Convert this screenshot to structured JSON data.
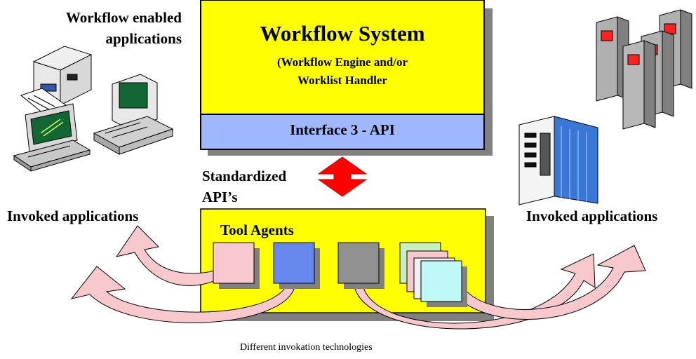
{
  "labels": {
    "workflow_enabled_applications": [
      "Workflow enabled",
      "applications"
    ],
    "invoked_applications_left": "Invoked applications",
    "invoked_applications_right": "Invoked applications",
    "standardized_apis": [
      "Standardized",
      "API’s"
    ],
    "tool_agents": "Tool Agents",
    "invocation_caption": "Different invokation technologies"
  },
  "workflow_system": {
    "title": "Workflow System",
    "subtitle": [
      "(Workflow Engine and/or",
      "Worklist Handler"
    ],
    "interface": "Interface 3 - API"
  },
  "colors": {
    "system_box": "#ffff00",
    "interface_bar": "#a0b8ff",
    "shadow": "#808080",
    "api_arrow": "#ff0000",
    "invocation_arrows": "#f8c8cc",
    "agent_pink": "#f8c8d0",
    "agent_blue": "#6688ee",
    "agent_gray": "#909090",
    "agent_green": "#c8f0c0",
    "agent_cyan": "#c0f8f8"
  },
  "icons": [
    "printer-icon",
    "desktop-computer-icon",
    "laptop-icon",
    "server-rack-icon",
    "mainframe-tower-icon"
  ]
}
